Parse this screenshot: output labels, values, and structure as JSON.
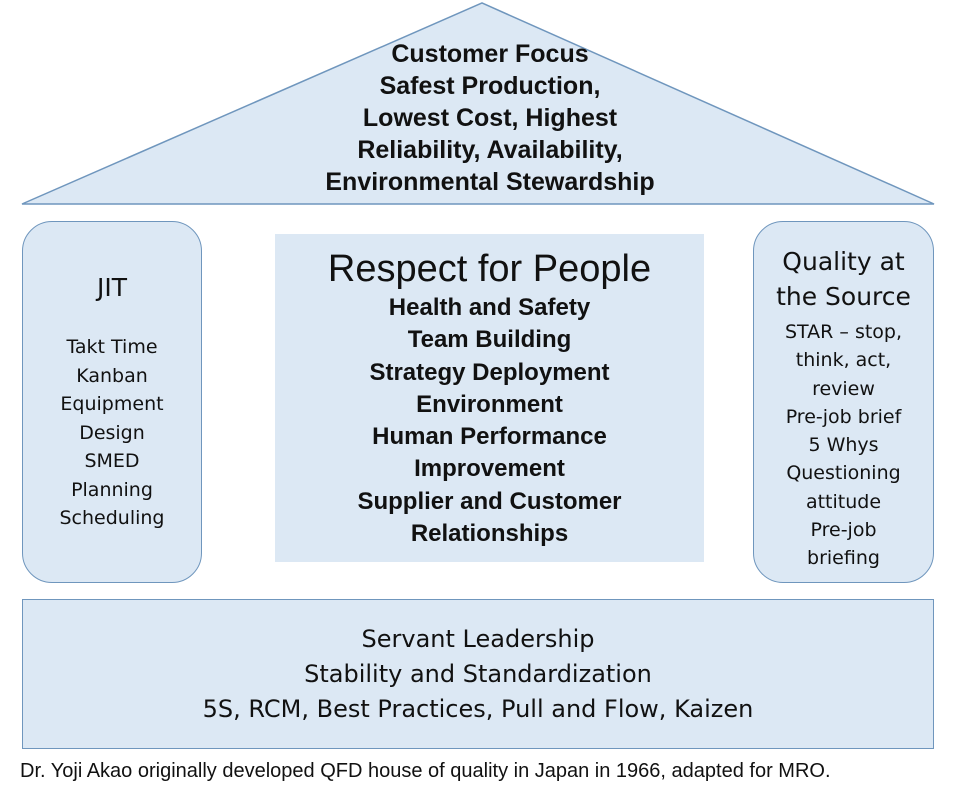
{
  "colors": {
    "fill": "#dce8f4",
    "stroke": "#6f96bd",
    "text": "#111111"
  },
  "roof": {
    "lines": [
      "Customer Focus",
      "Safest Production,",
      "Lowest Cost, Highest",
      "Reliability, Availability,",
      "Environmental Stewardship"
    ]
  },
  "left_pillar": {
    "title": "JIT",
    "items": [
      "Takt Time",
      "Kanban",
      "Equipment",
      "Design",
      "SMED",
      "Planning",
      "Scheduling"
    ]
  },
  "center": {
    "title": "Respect for People",
    "items": [
      "Health and Safety",
      "Team Building",
      "Strategy Deployment",
      "Environment",
      "Human Performance",
      "Improvement",
      "Supplier and Customer",
      "Relationships"
    ]
  },
  "right_pillar": {
    "title_lines": [
      "Quality at",
      "the Source"
    ],
    "items": [
      "STAR – stop,",
      "think, act,",
      "review",
      "Pre-job brief",
      "5 Whys",
      "Questioning",
      "attitude",
      "Pre-job",
      "briefing"
    ]
  },
  "foundation": {
    "lines": [
      "Servant Leadership",
      "Stability and Standardization",
      "5S, RCM, Best Practices, Pull and Flow, Kaizen"
    ]
  },
  "caption": "Dr. Yoji Akao originally developed QFD house of quality in Japan in 1966, adapted for MRO."
}
